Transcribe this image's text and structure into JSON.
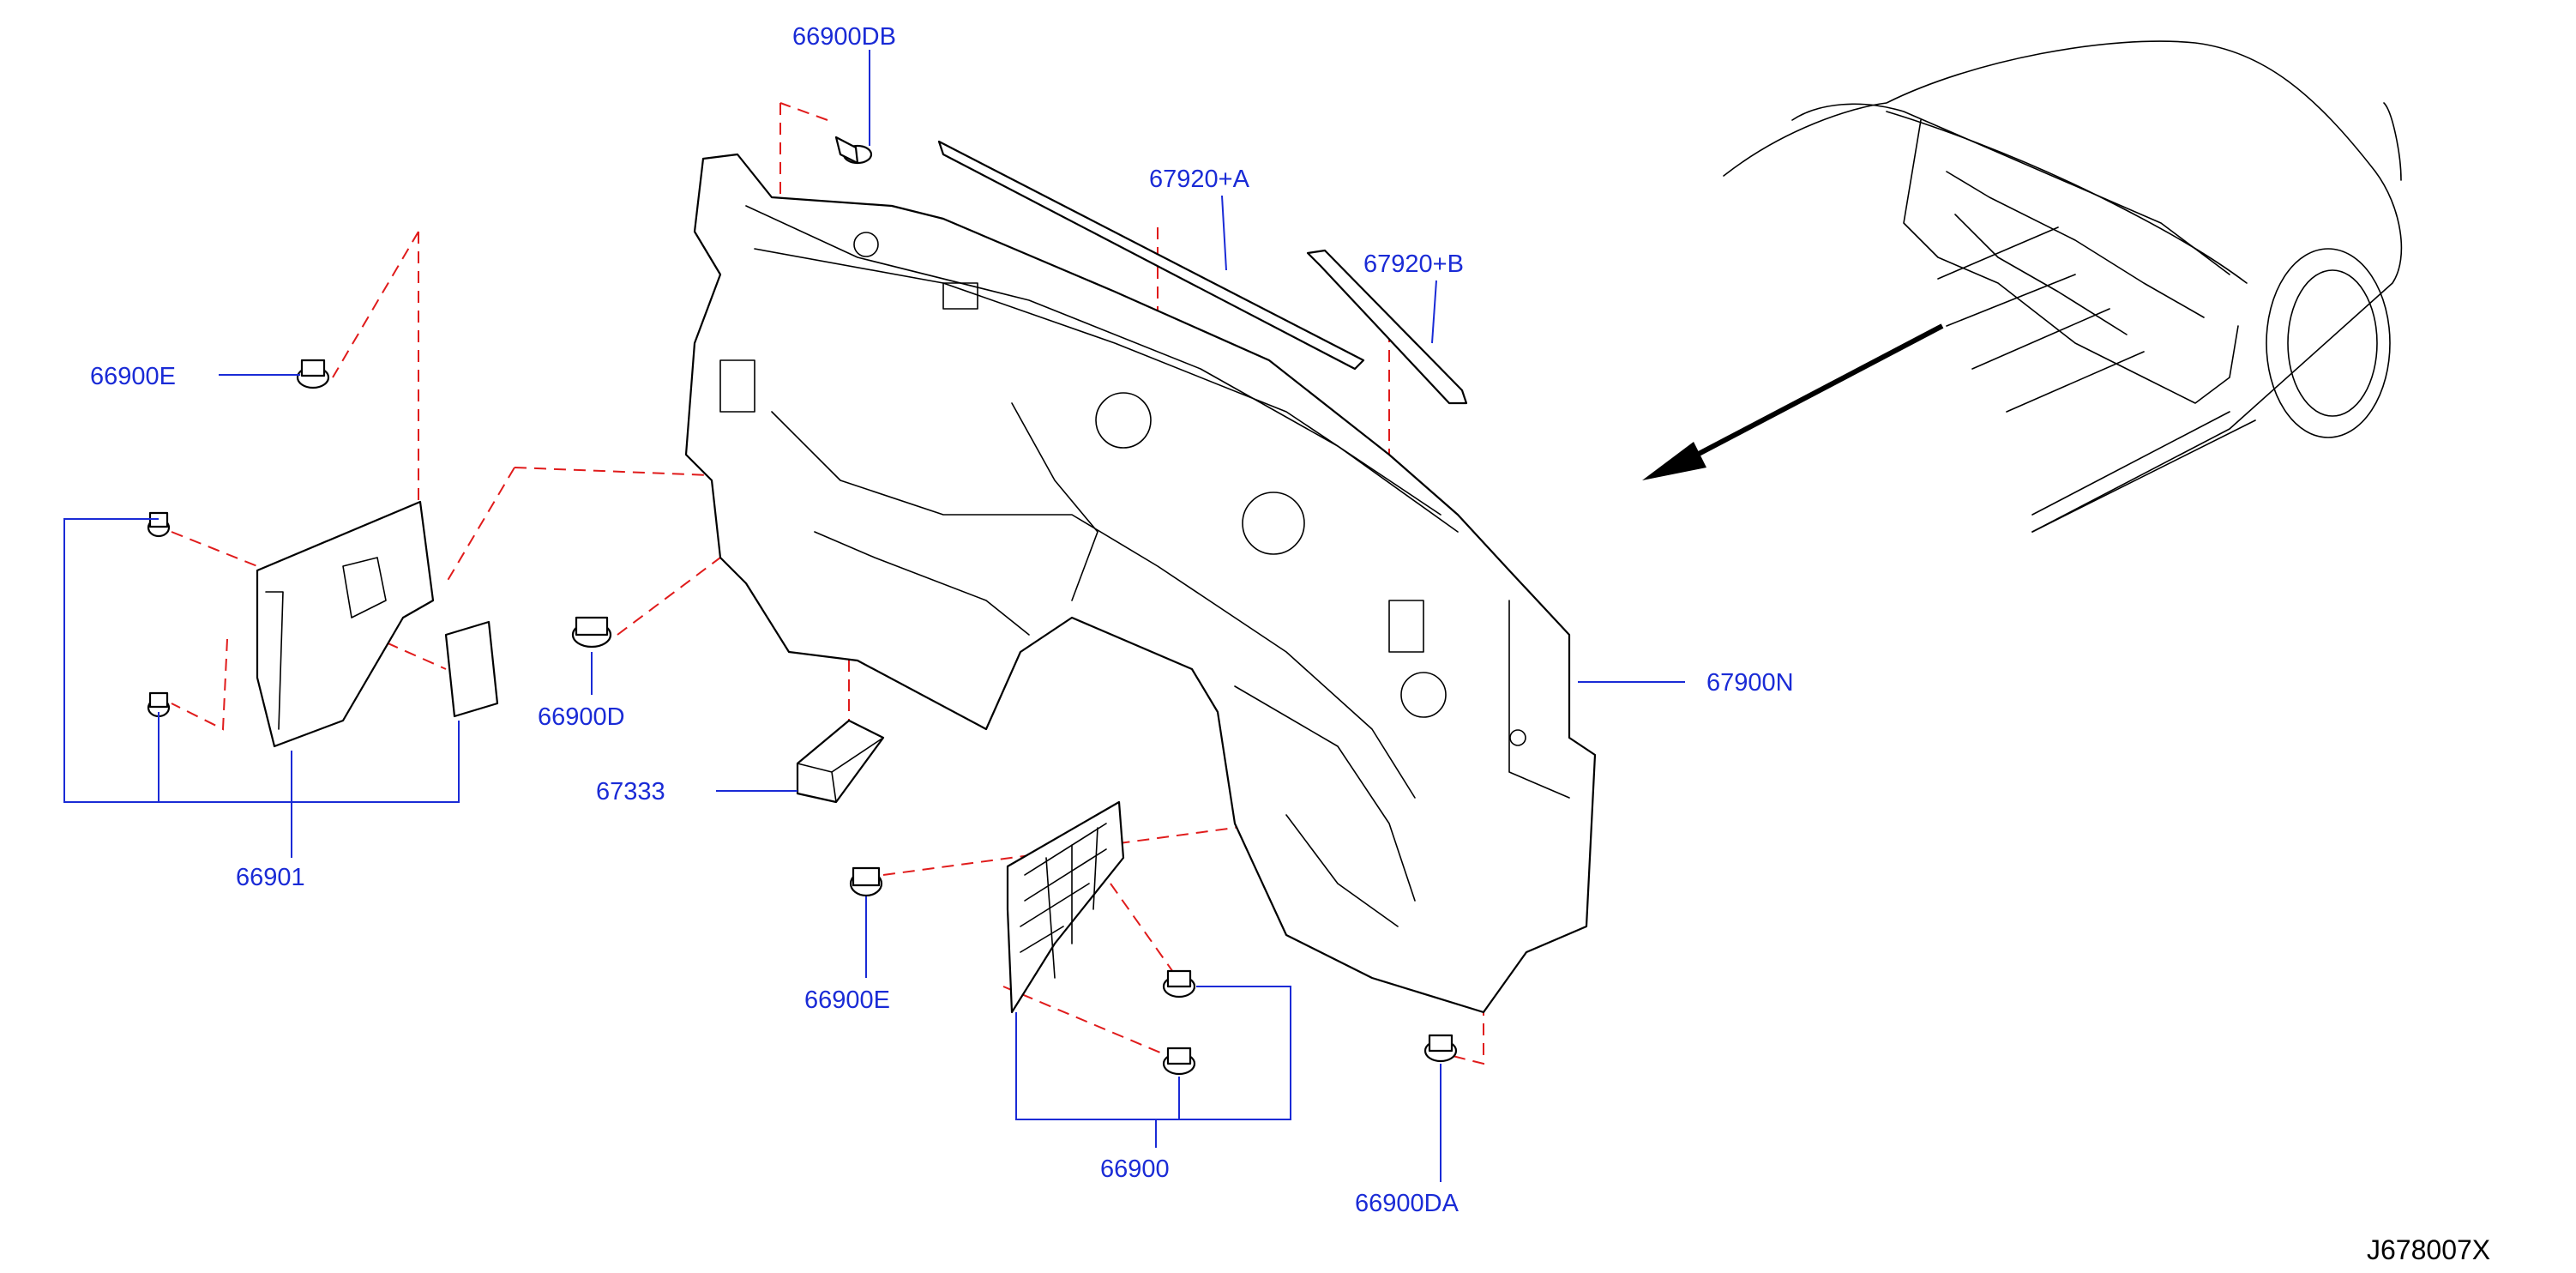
{
  "diagram": {
    "id_code": "J678007X",
    "colors": {
      "callout": "#1a2bd6",
      "dashed_guide": "#e01b1b",
      "line_art": "#000000"
    },
    "callouts": {
      "c66900DB": "66900DB",
      "c67920A": "67920+A",
      "c67920B": "67920+B",
      "c66900E_top": "66900E",
      "c66901": "66901",
      "c66900D": "66900D",
      "c67333": "67333",
      "c67900N": "67900N",
      "c66900E_bottom": "66900E",
      "c66900": "66900",
      "c66900DA": "66900DA"
    },
    "inset": {
      "icon": "car-front-quarter-view-icon",
      "arrow_icon": "direction-arrow-icon"
    }
  }
}
